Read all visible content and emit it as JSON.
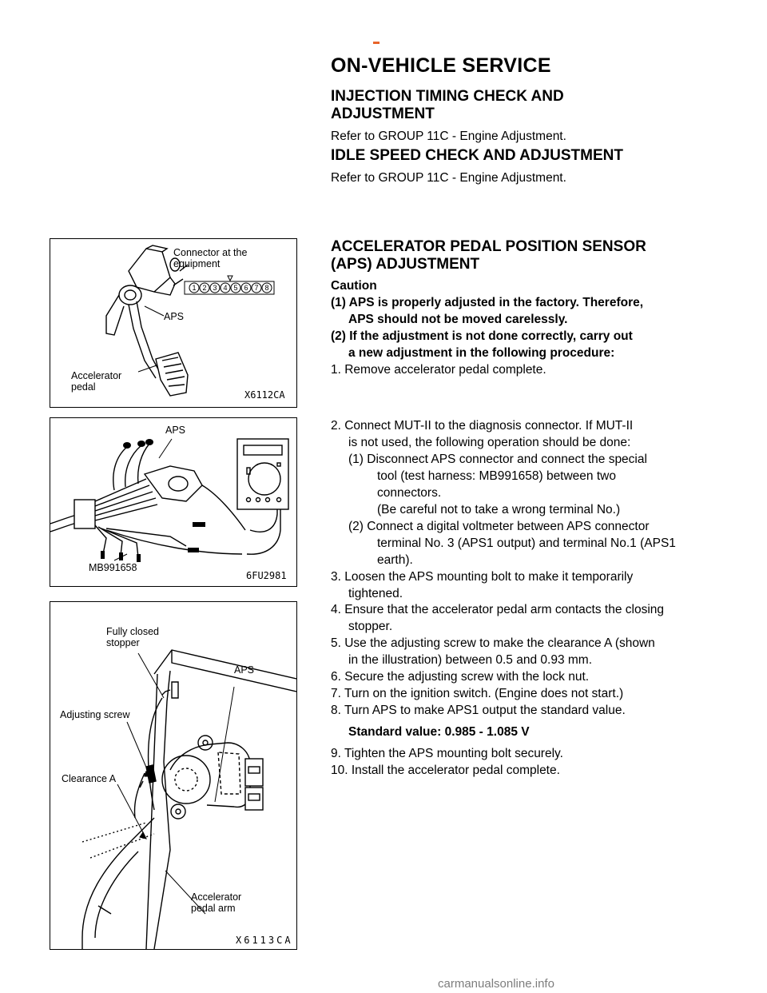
{
  "header": {
    "title": "ON-VEHICLE SERVICE"
  },
  "sections": [
    {
      "heading_lines": [
        "INJECTION TIMING CHECK AND",
        "ADJUSTMENT"
      ],
      "text": "Refer to GROUP 11C - Engine Adjustment."
    },
    {
      "heading_lines": [
        "IDLE SPEED CHECK AND ADJUSTMENT"
      ],
      "text": "Refer to GROUP 11C - Engine Adjustment."
    }
  ],
  "aps": {
    "heading_lines": [
      "ACCELERATOR PEDAL POSITION SENSOR",
      "(APS) ADJUSTMENT"
    ],
    "caution_label": "Caution",
    "caution1_a": "(1) APS is properly adjusted in the factory. Therefore,",
    "caution1_b": "APS should not be moved carelessly.",
    "caution2_a": "(2) If the adjustment is not done correctly, carry out",
    "caution2_b": "a new adjustment in the following procedure:",
    "step1": "1. Remove accelerator pedal complete.",
    "step2_a": "2. Connect MUT-II to the diagnosis connector. If MUT-II",
    "step2_b": "is not used, the following operation should be done:",
    "step2_1a": "(1) Disconnect APS connector and connect the special",
    "step2_1b": "tool (test harness: MB991658) between two",
    "step2_1c": "connectors.",
    "step2_1d": "(Be careful not to take a wrong terminal No.)",
    "step2_2a": "(2) Connect a digital voltmeter between APS connector",
    "step2_2b": "terminal No. 3 (APS1 output) and terminal No.1 (APS1",
    "step2_2c": "earth).",
    "step3_a": "3. Loosen the APS mounting bolt to make it temporarily",
    "step3_b": "tightened.",
    "step4_a": "4. Ensure that the accelerator pedal arm contacts the closing",
    "step4_b": "stopper.",
    "step5_a": "5. Use the adjusting screw to make the clearance A (shown",
    "step5_b": "in the illustration) between 0.5 and 0.93 mm.",
    "step6": "6. Secure the adjusting screw with the lock nut.",
    "step7": "7. Turn on the ignition switch. (Engine does not start.)",
    "step8": "8. Turn APS to make APS1 output the standard value.",
    "standard": "Standard value: 0.985 - 1.085 V",
    "step9": "9. Tighten the APS mounting bolt securely.",
    "step10": "10. Install the accelerator pedal complete."
  },
  "figures": {
    "fig1": {
      "connector_label_a": "Connector at the",
      "connector_label_b": "equipment",
      "aps_label": "APS",
      "pedal_label_a": "Accelerator",
      "pedal_label_b": "pedal",
      "pins": [
        "1",
        "2",
        "3",
        "4",
        "5",
        "6",
        "7",
        "8"
      ],
      "code": "X6112CA"
    },
    "fig2": {
      "aps_label": "APS",
      "tool_label": "MB991658",
      "code": "6FU2981"
    },
    "fig3": {
      "stopper_label_a": "Fully closed",
      "stopper_label_b": "stopper",
      "aps_label": "APS",
      "screw_label": "Adjusting screw",
      "clearance_label": "Clearance A",
      "arm_label_a": "Accelerator",
      "arm_label_b": "pedal arm",
      "code": "X6113CA"
    }
  },
  "watermark": "carmanualsonline.info"
}
